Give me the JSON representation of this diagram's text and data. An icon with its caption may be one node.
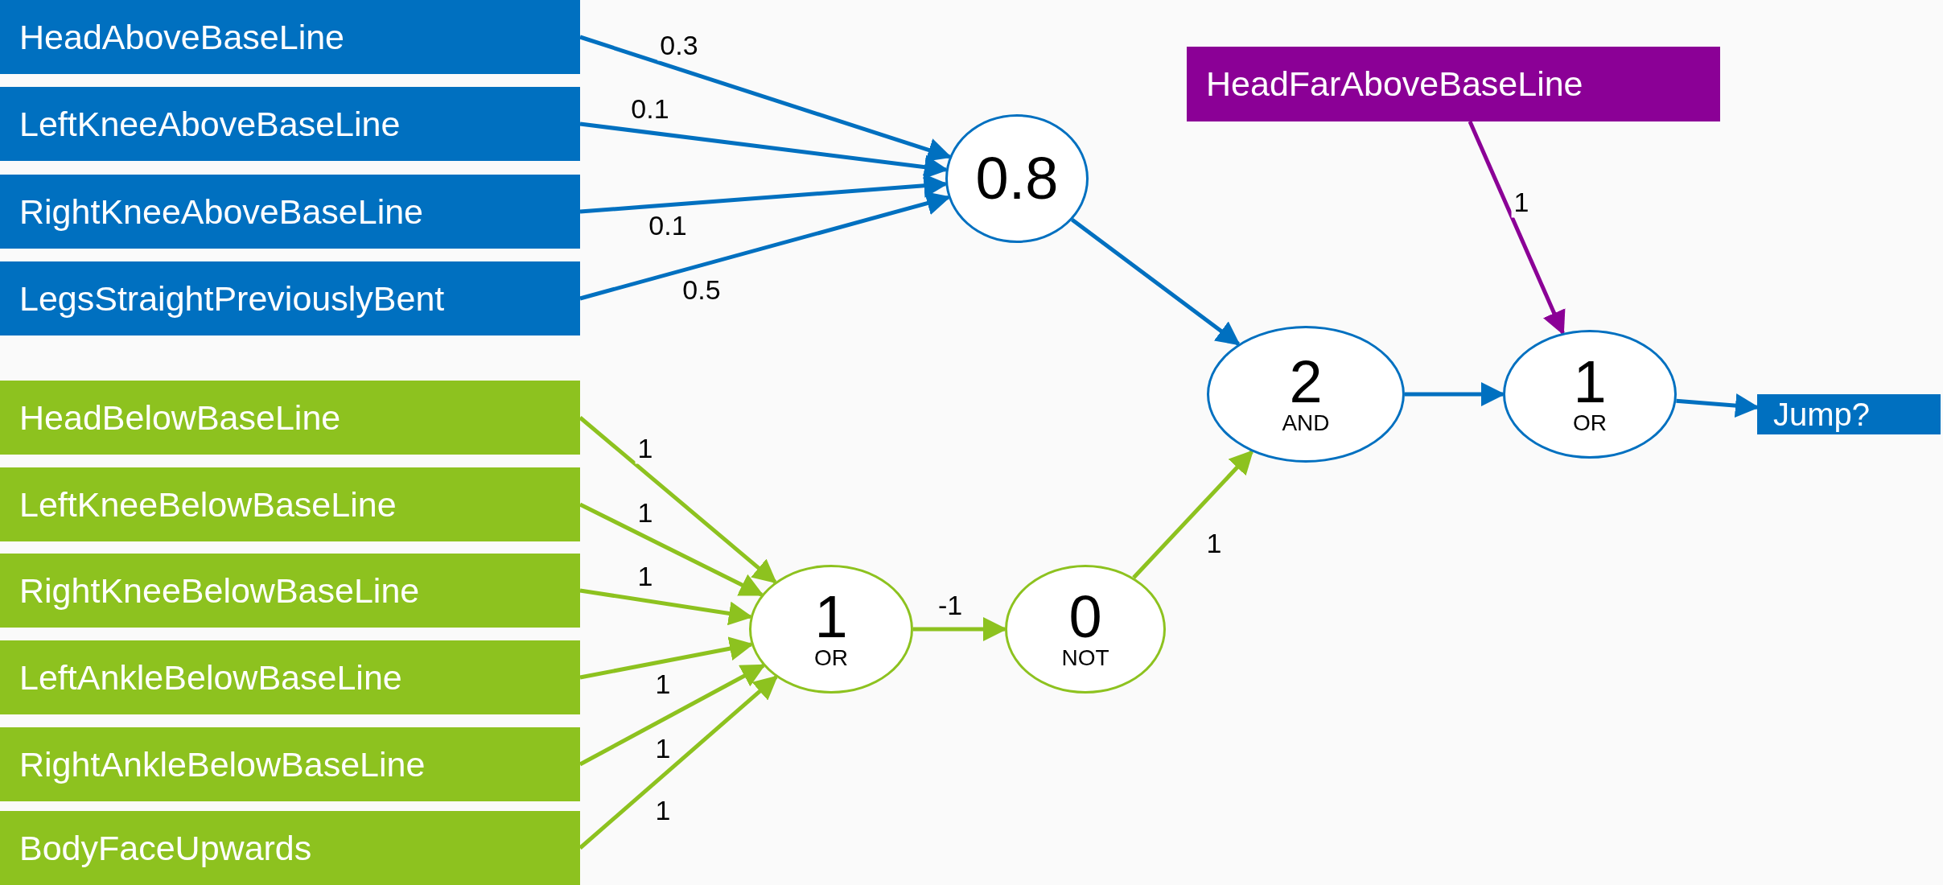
{
  "diagram": {
    "nodes": [
      {
        "text": [
          "HeadAboveBaseLine"
        ]
      },
      {
        "text": [
          "LeftKneeAboveBaseLine"
        ]
      },
      {
        "text": [
          "RightKneeAboveBaseLine"
        ]
      },
      {
        "text": [
          "LegsStraightPreviouslyBent"
        ]
      },
      {
        "text": [
          "HeadBelowBaseLine"
        ]
      },
      {
        "text": [
          "LeftKneeBelowBaseLine"
        ]
      },
      {
        "text": [
          "RightKneeBelowBaseLine"
        ]
      },
      {
        "text": [
          "LeftAnkleBelowBaseLine"
        ]
      },
      {
        "text": [
          "RightAnkleBelowBaseLine"
        ]
      },
      {
        "text": [
          "BodyFaceUpwards"
        ]
      },
      {
        "text": [
          "HeadFarAboveBaseLine"
        ]
      },
      {
        "text": [
          "0.8"
        ]
      },
      {
        "text": [
          "2",
          "AND"
        ]
      },
      {
        "text": [
          "1",
          "OR"
        ]
      },
      {
        "text": [
          "Jump?"
        ]
      },
      {
        "text": [
          "1",
          "OR"
        ]
      },
      {
        "text": [
          "0",
          "NOT"
        ]
      }
    ],
    "edges": [
      {
        "from": 0,
        "to": 11,
        "arrow": "to",
        "label": "0.3",
        "color": "#0070c0"
      },
      {
        "from": 1,
        "to": 11,
        "arrow": "to",
        "label": "0.1",
        "color": "#0070c0"
      },
      {
        "from": 2,
        "to": 11,
        "arrow": "to",
        "label": "0.1",
        "color": "#0070c0"
      },
      {
        "from": 3,
        "to": 11,
        "arrow": "to",
        "label": "0.5",
        "color": "#0070c0"
      },
      {
        "from": 11,
        "to": 12,
        "arrow": "to",
        "color": "#0070c0"
      },
      {
        "from": 10,
        "to": 13,
        "arrow": "to",
        "label": "1",
        "color": "#8b0096"
      },
      {
        "from": 12,
        "to": 13,
        "arrow": "to",
        "color": "#0070c0"
      },
      {
        "from": 13,
        "to": 14,
        "arrow": "to",
        "color": "#0070c0"
      },
      {
        "from": 4,
        "to": 15,
        "arrow": "to",
        "label": "1"
      },
      {
        "from": 5,
        "to": 15,
        "arrow": "to",
        "label": "1"
      },
      {
        "from": 6,
        "to": 15,
        "arrow": "to",
        "label": "1"
      },
      {
        "from": 7,
        "to": 15,
        "arrow": "to",
        "label": "1"
      },
      {
        "from": 8,
        "to": 15,
        "arrow": "to",
        "label": "1"
      },
      {
        "from": 9,
        "to": 15,
        "arrow": "to",
        "label": "1"
      },
      {
        "from": 15,
        "to": 16,
        "arrow": "to",
        "label": "-1"
      },
      {
        "from": 16,
        "to": 12,
        "arrow": "to",
        "label": "1"
      }
    ]
  }
}
